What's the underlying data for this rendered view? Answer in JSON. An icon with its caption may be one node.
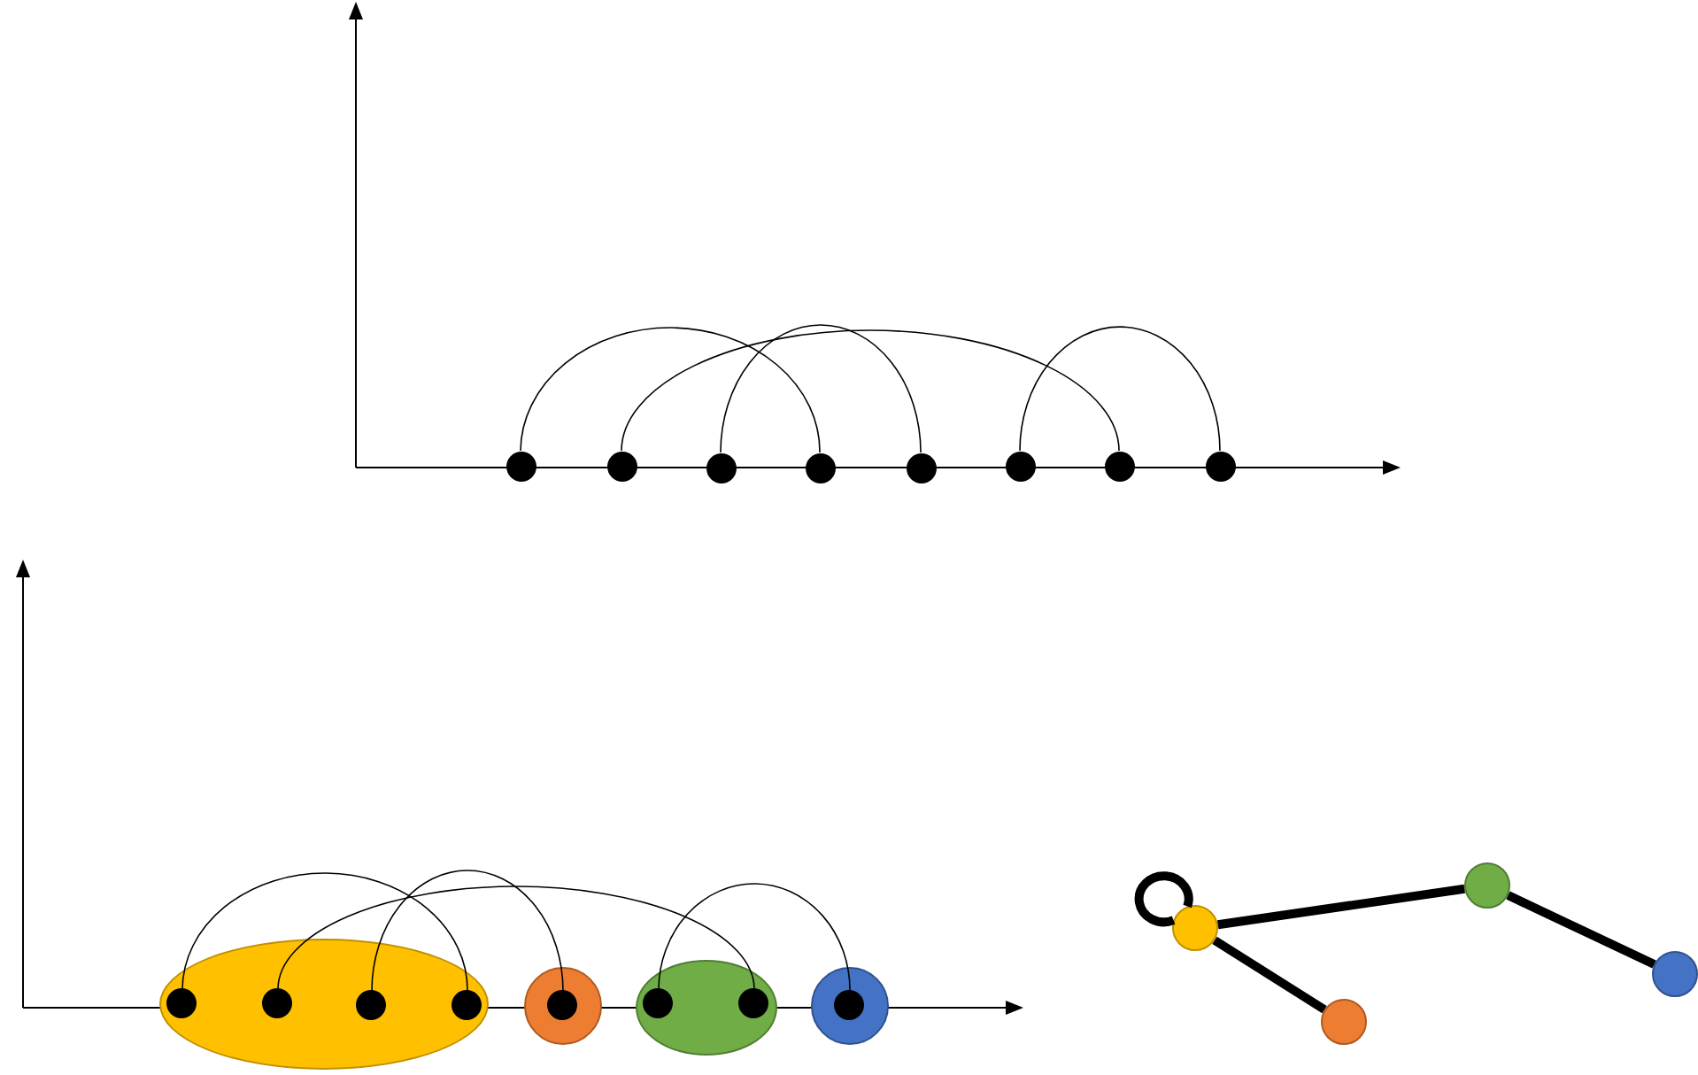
{
  "diagram": {
    "nodes": [
      {
        "text": [],
        "shape": "circle"
      },
      {
        "text": [],
        "shape": "circle"
      },
      {
        "text": [],
        "shape": "circle"
      },
      {
        "text": [],
        "shape": "circle"
      },
      {
        "text": [],
        "shape": "circle"
      },
      {
        "text": [],
        "shape": "circle"
      },
      {
        "text": [],
        "shape": "circle"
      },
      {
        "text": [],
        "shape": "circle"
      },
      {
        "text": [],
        "shape": "ellipse"
      },
      {
        "text": [],
        "shape": "circle",
        "in": 8
      },
      {
        "text": [],
        "shape": "circle",
        "in": 8
      },
      {
        "text": [],
        "shape": "circle",
        "in": 8
      },
      {
        "text": [],
        "shape": "circle",
        "in": 8
      },
      {
        "text": [],
        "shape": "circle"
      },
      {
        "text": [],
        "shape": "circle",
        "in": 13
      },
      {
        "text": [],
        "shape": "ellipse"
      },
      {
        "text": [],
        "shape": "circle",
        "in": 15
      },
      {
        "text": [],
        "shape": "circle",
        "in": 15
      },
      {
        "text": [],
        "shape": "circle"
      },
      {
        "text": [],
        "shape": "circle",
        "in": 18
      },
      {
        "text": [],
        "shape": "circle"
      },
      {
        "text": [],
        "shape": "circle"
      },
      {
        "text": [],
        "shape": "circle"
      },
      {
        "text": [],
        "shape": "circle"
      }
    ],
    "edges": [
      {
        "from": 0,
        "to": 3,
        "arrow": "none"
      },
      {
        "from": 1,
        "to": 6,
        "arrow": "none"
      },
      {
        "from": 2,
        "to": 4,
        "arrow": "none"
      },
      {
        "from": 5,
        "to": 7,
        "arrow": "none"
      },
      {
        "from": 9,
        "to": 12,
        "arrow": "none"
      },
      {
        "from": 10,
        "to": 17,
        "arrow": "none"
      },
      {
        "from": 11,
        "to": 14,
        "arrow": "none"
      },
      {
        "from": 16,
        "to": 19,
        "arrow": "none"
      },
      {
        "from": 20,
        "to": 20,
        "arrow": "none",
        "style": "thick"
      },
      {
        "from": 20,
        "to": 21,
        "arrow": "none",
        "style": "thick"
      },
      {
        "from": 20,
        "to": 22,
        "arrow": "none",
        "style": "thick"
      },
      {
        "from": 22,
        "to": 23,
        "arrow": "none",
        "style": "thick"
      }
    ]
  }
}
